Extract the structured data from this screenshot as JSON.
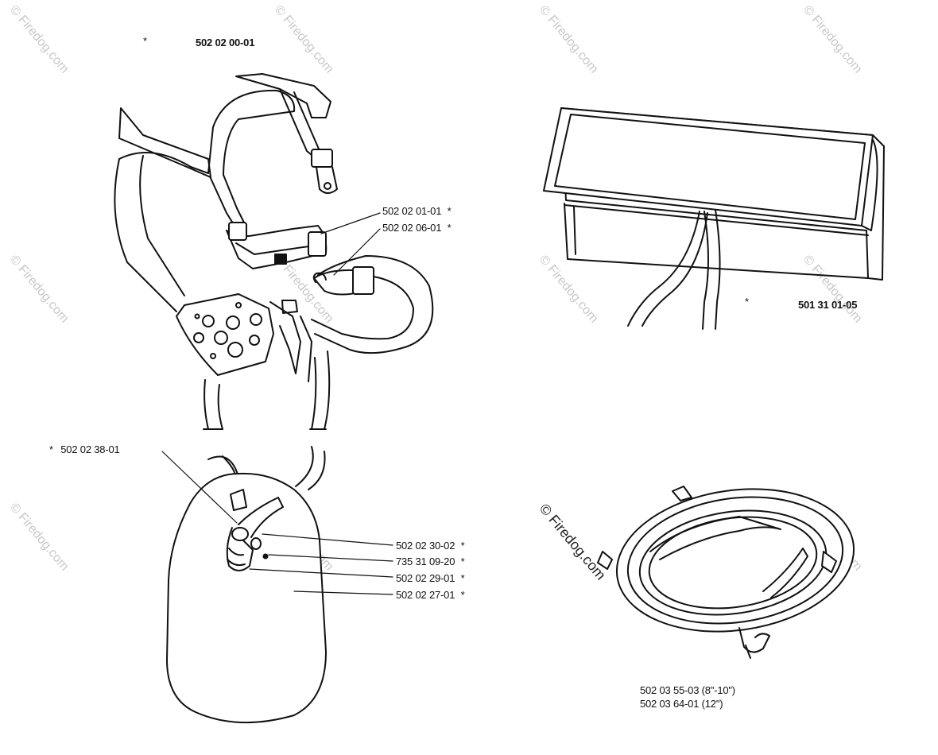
{
  "watermark": {
    "text": "© Firedog.com"
  },
  "harness": {
    "assembly_marker": "*",
    "assembly_part": "502 02 00-01",
    "callouts": [
      {
        "part": "502 02 01-01",
        "marker": "*"
      },
      {
        "part": "502 02 06-01",
        "marker": "*"
      },
      {
        "part": "502 02 38-01",
        "marker": "*"
      },
      {
        "part": "502 02 30-02",
        "marker": "*"
      },
      {
        "part": "735 31 09-20",
        "marker": "*"
      },
      {
        "part": "502 02 29-01",
        "marker": "*"
      },
      {
        "part": "502 02 27-01",
        "marker": "*"
      }
    ]
  },
  "cover": {
    "marker": "*",
    "part": "501 31 01-05"
  },
  "guard": {
    "parts": [
      "502 03 55-03 (8\"-10\")",
      "502 03 64-01 (12\")"
    ]
  }
}
